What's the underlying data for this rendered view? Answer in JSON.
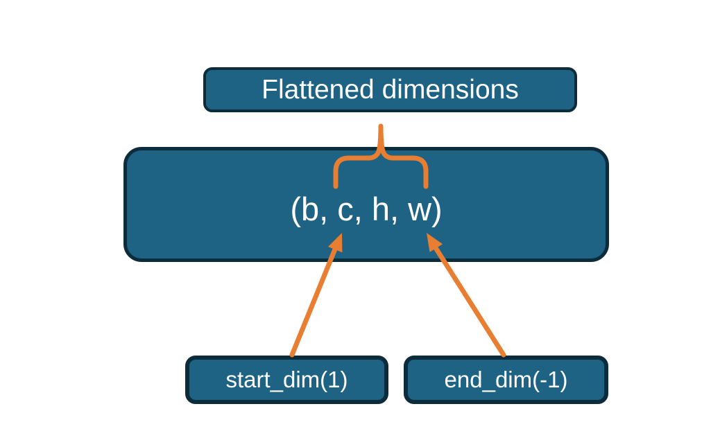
{
  "colors": {
    "background": "#ffffff",
    "node_fill": "#1e6384",
    "node_border": "#0d2c3b",
    "connector": "#e87e31",
    "text": "#ffffff"
  },
  "nodes": {
    "flattened": {
      "label": "Flattened dimensions"
    },
    "tensor": {
      "label": "(b, c, h, w)"
    },
    "start_dim": {
      "label": "start_dim(1)"
    },
    "end_dim": {
      "label": "end_dim(-1)"
    }
  },
  "connectors": {
    "brace": "upward-brace-icon",
    "start_arrow": "arrow-up-right-icon",
    "end_arrow": "arrow-up-left-icon"
  }
}
